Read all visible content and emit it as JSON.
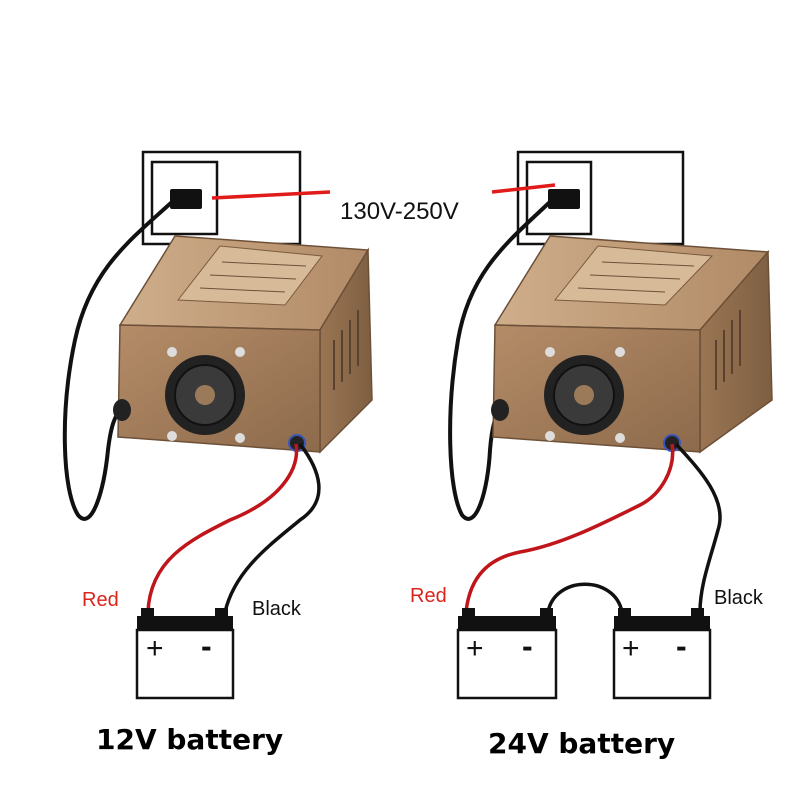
{
  "supply_voltage": "130V-250V",
  "wire_labels": {
    "red": "Red",
    "black": "Black"
  },
  "terminals": {
    "plus": "+",
    "minus": "-"
  },
  "captions": {
    "left": "12V battery",
    "right": "24V battery"
  },
  "colors": {
    "red_wire": "#c0161b",
    "black_wire": "#111111",
    "red_label": "#d9251c",
    "charger_body": "#a9805b",
    "charger_top": "#c29c78"
  }
}
